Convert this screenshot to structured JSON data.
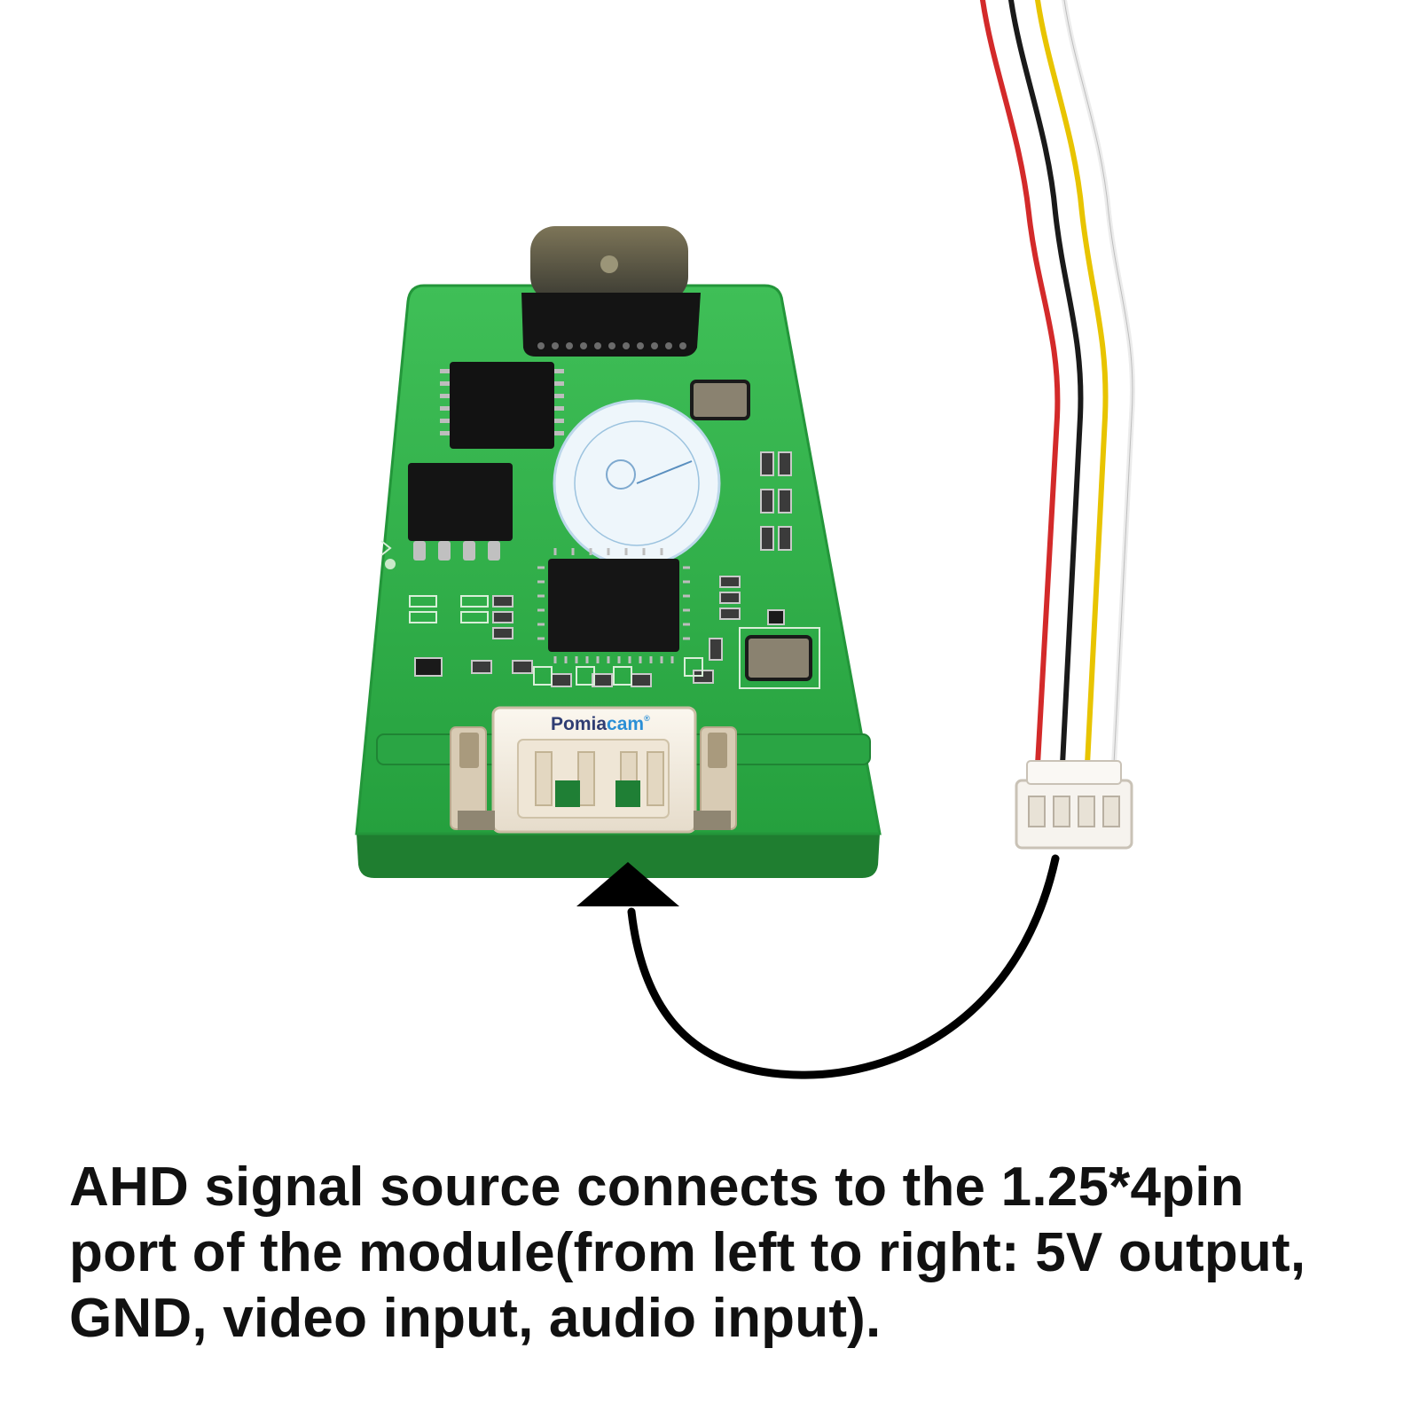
{
  "product": {
    "brand_prefix": "Pomia",
    "brand_suffix": "cam",
    "brand_trademark": "®"
  },
  "caption": {
    "line_1": "AHD signal source connects to the 1.25*4pin",
    "line_2": "port of the module(from left to right: 5V output,",
    "line_3": "GND, video input, audio input)."
  },
  "wire_colors": {
    "wire_1": "#d32a2a",
    "wire_2": "#1a1a1a",
    "wire_3": "#e8c400",
    "wire_4": "#f2f2f2"
  },
  "colors": {
    "pcb": "#2fb04a",
    "pcb_dark": "#1e8a33",
    "connector": "#f3ece0",
    "arrow": "#000000",
    "caption": "#111111"
  }
}
